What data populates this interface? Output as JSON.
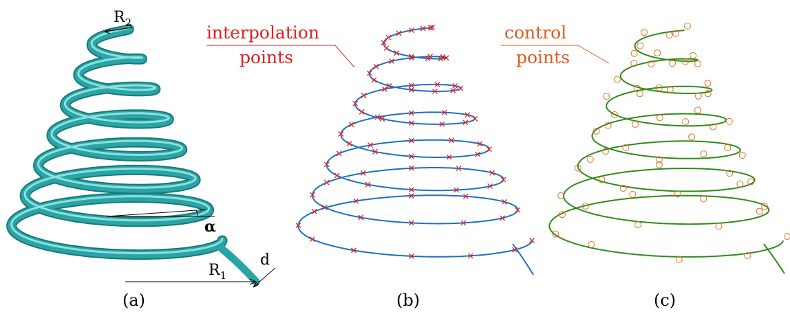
{
  "panels": [
    {
      "id": "a",
      "caption": "(a)",
      "labels": {
        "r2": "R",
        "r2_sub": "2",
        "r1": "R",
        "r1_sub": "1",
        "alpha": "α",
        "d": "d"
      },
      "colors": {
        "tube": "#2aa5a5",
        "tube_dark": "#187878",
        "tube_light": "#8fe0e0"
      }
    },
    {
      "id": "b",
      "caption": "(b)",
      "annotation_line1": "interpolation",
      "annotation_line2": "points",
      "colors": {
        "curve": "#1f6fc0",
        "marker": "#e02020",
        "annotation": "#e02020"
      }
    },
    {
      "id": "c",
      "caption": "(c)",
      "annotation_line1": "control",
      "annotation_line2": "points",
      "colors": {
        "curve": "#2e8b1a",
        "marker": "#e07020",
        "annotation": "#e05a20"
      }
    }
  ]
}
